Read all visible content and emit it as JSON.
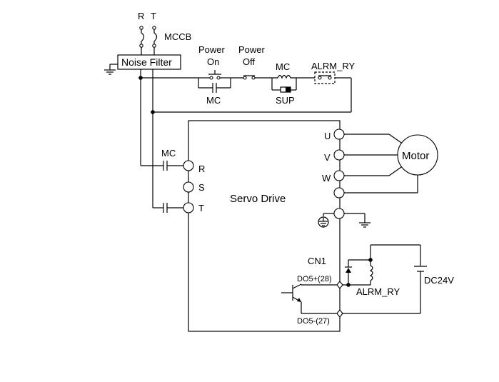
{
  "labels": {
    "r": "R",
    "t": "T",
    "mccb": "MCCB",
    "noise_filter": "Noise Filter",
    "power_on_1": "Power",
    "power_on_2": "On",
    "power_off_1": "Power",
    "power_off_2": "Off",
    "mc_coil": "MC",
    "alrm_ry_top": "ALRM_RY",
    "mc_aux": "MC",
    "sup": "SUP",
    "mc_contact": "MC",
    "drive_r": "R",
    "drive_s": "S",
    "drive_t": "T",
    "servo_drive": "Servo Drive",
    "u": "U",
    "v": "V",
    "w": "W",
    "motor": "Motor",
    "cn1": "CN1",
    "do5_plus": "DO5+(28)",
    "do5_minus": "DO5-(27)",
    "alrm_ry_bottom": "ALRM_RY",
    "dc24v": "DC24V"
  },
  "icons": [
    "ground-icon",
    "protective-earth-icon",
    "diode-icon",
    "coil-icon",
    "transistor-icon",
    "battery-icon"
  ]
}
